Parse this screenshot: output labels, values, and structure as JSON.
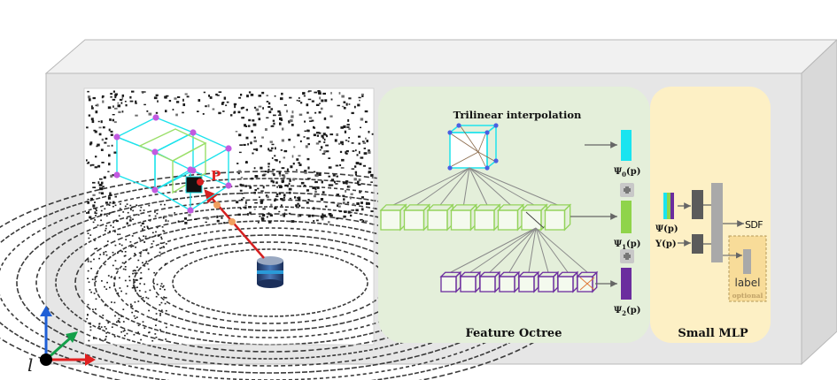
{
  "frame_label": "l",
  "point_label": "P",
  "octree": {
    "title": "Feature Octree",
    "interp_title": "Trilinear interpolation"
  },
  "features": [
    {
      "psi": "Ψ",
      "sub": "0",
      "arg": "(p)",
      "color": "#19e4f0"
    },
    {
      "psi": "Ψ",
      "sub": "1",
      "arg": "(p)",
      "color": "#8fd44a"
    },
    {
      "psi": "Ψ",
      "sub": "2",
      "arg": "(p)",
      "color": "#6b2d9e"
    }
  ],
  "plus_symbol": "+",
  "mlp": {
    "title": "Small MLP",
    "input_feature": "Ψ(p)",
    "input_pos": "Υ(p)",
    "output_sdf": "SDF",
    "output_label": "label",
    "optional_note": "optional"
  },
  "colors": {
    "box_face": "#e6e6e6",
    "box_top": "#f1f1f1",
    "octree_bg": "#e4efda",
    "mlp_bg": "#fdf0c5",
    "cube_green": "#93d35a",
    "cube_purple": "#6b2d9e",
    "cyan": "#1ee3ec",
    "axis_x": "#e02020",
    "axis_y": "#14a04a",
    "axis_z": "#1f5fd6"
  }
}
